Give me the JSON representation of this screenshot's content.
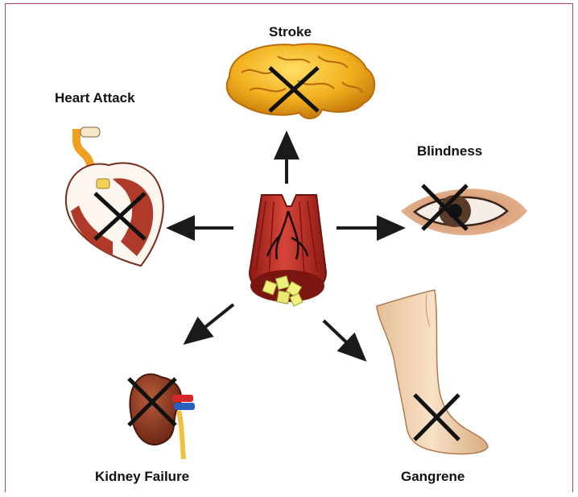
{
  "labels": {
    "stroke": "Stroke",
    "heart_attack": "Heart Attack",
    "blindness": "Blindness",
    "kidney_failure": "Kidney Failure",
    "gangrene": "Gangrene"
  },
  "colors": {
    "frame": "#b0455e",
    "arrow": "#1a1a1a",
    "x_mark": "#111111",
    "brain": "#f2b01e",
    "artery": "#c0302a",
    "plaque": "#e8e870",
    "kidney": "#8a3420",
    "skin": "#f1d2b0"
  }
}
